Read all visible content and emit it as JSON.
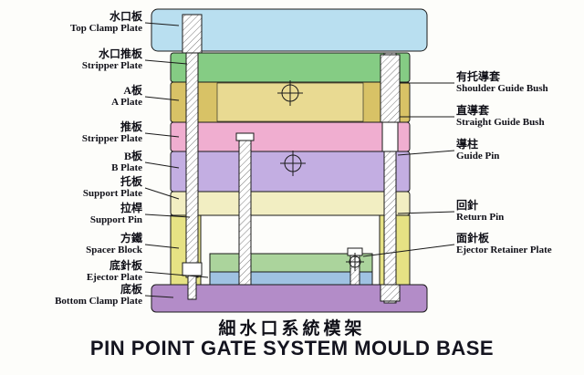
{
  "titles": {
    "chinese": "細水口系統模架",
    "english": "PIN POINT GATE SYSTEM MOULD BASE"
  },
  "left_labels": [
    {
      "zh": "水口板",
      "en": "Top Clamp Plate"
    },
    {
      "zh": "水口推板",
      "en": "Stripper Plate"
    },
    {
      "zh": "A板",
      "en": "A Plate"
    },
    {
      "zh": "推板",
      "en": "Stripper Plate"
    },
    {
      "zh": "B板",
      "en": "B Plate"
    },
    {
      "zh": "托板",
      "en": "Support Plate"
    },
    {
      "zh": "拉桿",
      "en": "Support Pin"
    },
    {
      "zh": "方鐵",
      "en": "Spacer Block"
    },
    {
      "zh": "底針板",
      "en": "Ejector Plate"
    },
    {
      "zh": "底板",
      "en": "Bottom Clamp Plate"
    }
  ],
  "right_labels": [
    {
      "zh": "有托導套",
      "en": "Shoulder Guide Bush"
    },
    {
      "zh": "直導套",
      "en": "Straight Guide Bush"
    },
    {
      "zh": "導柱",
      "en": "Guide Pin"
    },
    {
      "zh": "回針",
      "en": "Return Pin"
    },
    {
      "zh": "面針板",
      "en": "Ejector Retainer Plate"
    }
  ],
  "colors": {
    "top_clamp": "#b9dff0",
    "stripper_upper": "#85cc84",
    "a_plate": "#d8c266",
    "a_plate_inner": "#e9da92",
    "stripper_lower": "#f0aed0",
    "b_plate": "#c3aee2",
    "support_plate": "#f2eec2",
    "spacer_block": "#e6e284",
    "ejector_retainer": "#abd49c",
    "ejector_plate": "#9fc2e2",
    "bottom_clamp": "#b38cc8",
    "outline": "#1a1a1a"
  }
}
